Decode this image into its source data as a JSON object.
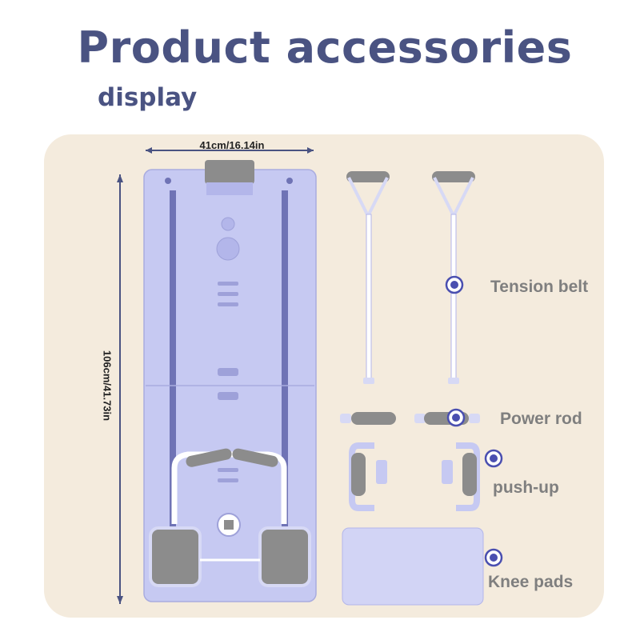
{
  "header": {
    "title": "Product accessories",
    "subtitle": "display"
  },
  "dimensions": {
    "width": "41cm/16.14in",
    "height": "106cm/41.73in"
  },
  "labels": {
    "tension_belt": "Tension belt",
    "power_rod": "Power rod",
    "push_up": "push-up",
    "knee_pads": "Knee pads"
  },
  "colors": {
    "title": "#4a5382",
    "panel_bg": "#f4ebdd",
    "product": "#c6c9f2",
    "product_dark": "#6f73b5",
    "foam": "#8c8c8c",
    "marker": "#4a4fb0",
    "label": "#7f7f7f"
  },
  "icons": [
    "target-marker-icon"
  ]
}
